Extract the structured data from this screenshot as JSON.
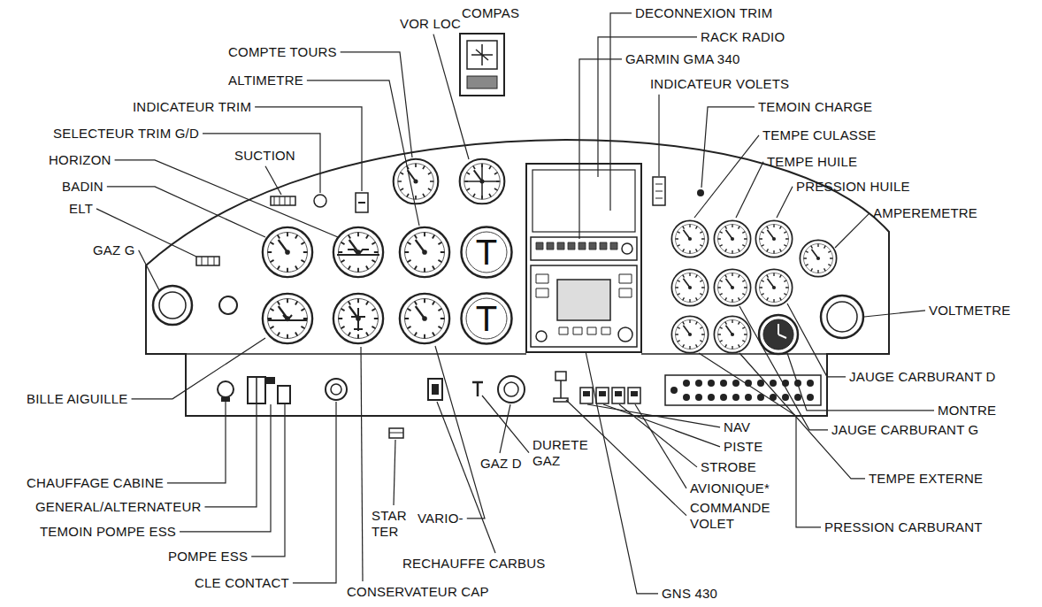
{
  "diagram": {
    "nodes": [
      {
        "text": [
          "T"
        ]
      },
      {
        "text": [
          "T"
        ]
      }
    ],
    "labels": [
      "VOR LOC",
      "COMPAS",
      "DECONNEXION TRIM",
      "COMPTE TOURS",
      "RACK RADIO",
      "ALTIMETRE",
      "GARMIN GMA 340",
      "INDICATEUR VOLETS",
      "INDICATEUR TRIM",
      "TEMOIN CHARGE",
      "SELECTEUR TRIM G/D",
      "TEMPE CULASSE",
      "HORIZON",
      "SUCTION",
      "TEMPE HUILE",
      "BADIN",
      "PRESSION HUILE",
      "ELT",
      "GAZ G",
      "AMPEREMETRE",
      "VOLTMETRE",
      "JAUGE CARBURANT D",
      "BILLE AIGUILLE",
      "MONTRE",
      "NAV",
      "JAUGE CARBURANT G",
      "PISTE",
      "STROBE",
      "TEMPE EXTERNE",
      "AVIONIQUE*",
      "GAZ D",
      "DURETE GAZ",
      "COMMANDE VOLET",
      "PRESSION CARBURANT",
      "CHAUFFAGE CABINE",
      "GENERAL/ALTERNATEUR",
      "TEMOIN POMPE ESS",
      "STAR TER",
      "VARIO-",
      "RECHAUFFE CARBUS",
      "POMPE ESS",
      "CLE CONTACT",
      "CONSERVATEUR CAP",
      "GNS 430"
    ]
  }
}
